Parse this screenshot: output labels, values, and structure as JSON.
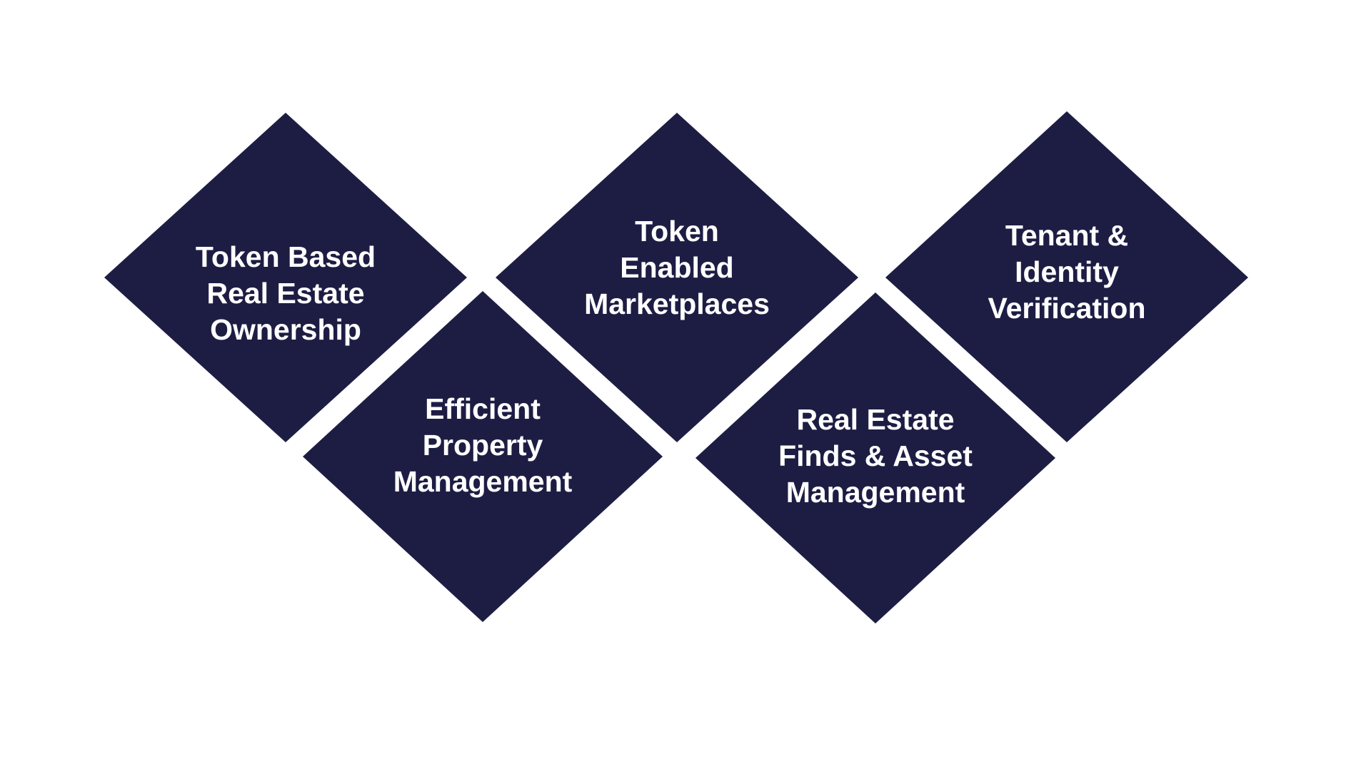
{
  "diagram": {
    "fill_color": "#1d1d44",
    "text_color": "#ffffff",
    "background_color": "#ffffff",
    "items": [
      {
        "label": "Token Based\nReal Estate\nOwnership"
      },
      {
        "label": "Efficient\nProperty\nManagement"
      },
      {
        "label": "Token\nEnabled\nMarketplaces"
      },
      {
        "label": "Real Estate\nFinds & Asset\nManagement"
      },
      {
        "label": "Tenant &\nIdentity\nVerification"
      }
    ]
  }
}
